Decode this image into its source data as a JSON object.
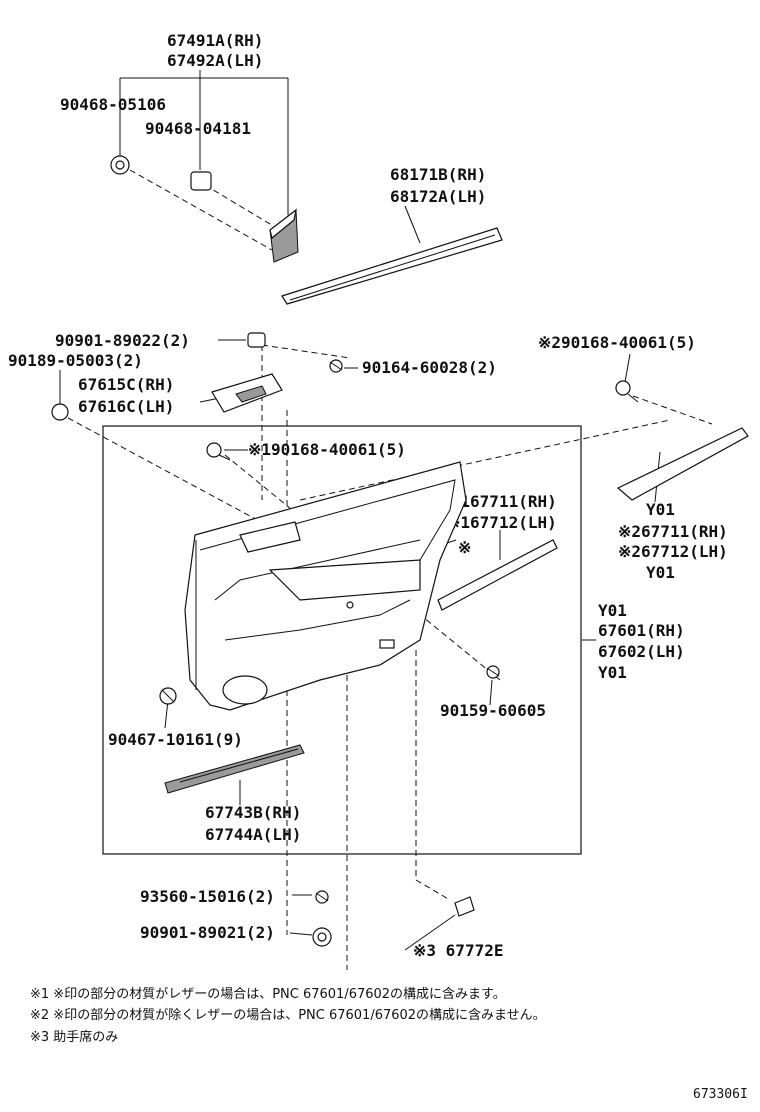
{
  "callouts": {
    "c1": "67491A(RH)",
    "c2": "67492A(LH)",
    "c3": "90468-05106",
    "c4": "90468-04181",
    "c5": "68171B(RH)",
    "c6": "68172A(LH)",
    "c7": "90901-89022(2)",
    "c8": "90189-05003(2)",
    "c9": "67615C(RH)",
    "c10": "67616C(LH)",
    "c11": "90164-60028(2)",
    "c12": "※290168-40061(5)",
    "c13": "※190168-40061(5)",
    "c14": "※167711(RH)",
    "c15": "※167712(LH)",
    "c16": "※",
    "c17": "Y01",
    "c18": "※267711(RH)",
    "c19": "※267712(LH)",
    "c20": "Y01",
    "c21": "Y01",
    "c22": "67601(RH)",
    "c23": "67602(LH)",
    "c24": "Y01",
    "c25": "90159-60605",
    "c26": "90467-10161(9)",
    "c27": "67743B(RH)",
    "c28": "67744A(LH)",
    "c29": "93560-15016(2)",
    "c30": "90901-89021(2)",
    "c31": "※3 67772E"
  },
  "notes": [
    "※1  ※印の部分の材質がレザーの場合は、PNC 67601/67602の構成に含みます。",
    "※2  ※印の部分の材質が除くレザーの場合は、PNC 67601/67602の構成に含みません。",
    "※3  助手席のみ"
  ],
  "figure_id": "673306I"
}
